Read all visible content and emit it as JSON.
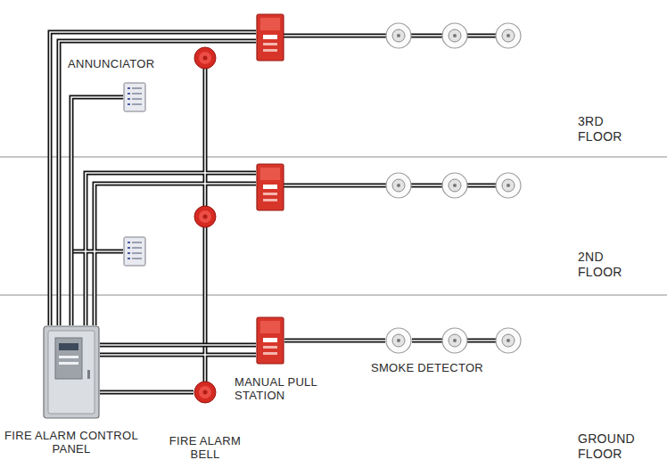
{
  "diagram": {
    "nodes": [
      {
        "text": [
          "ANNUNCIATOR"
        ]
      },
      {
        "text": [
          "MANUAL PULL STATION"
        ]
      },
      {
        "text": [
          "SMOKE DETECTOR"
        ]
      },
      {
        "text": [
          "FIRE ALARM CONTROL PANEL"
        ]
      },
      {
        "text": [
          "FIRE ALARM BELL"
        ]
      }
    ],
    "edges": [
      {
        "from": 3,
        "to": 0,
        "arrow": "none"
      },
      {
        "from": 3,
        "to": 4,
        "arrow": "none"
      },
      {
        "from": 3,
        "to": 1,
        "arrow": "none"
      },
      {
        "from": 1,
        "to": 2,
        "arrow": "none"
      }
    ],
    "labels": [
      "3RD FLOOR",
      "2ND FLOOR",
      "GROUND FLOOR"
    ]
  }
}
